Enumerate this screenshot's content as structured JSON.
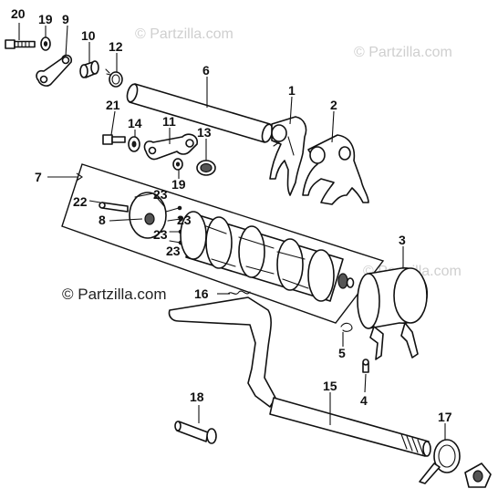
{
  "watermarks": {
    "top_center": "© Partzilla.com",
    "top_right": "© Partzilla.com",
    "main": "© Partzilla.com",
    "bottom_right": "© Partzilla.com"
  },
  "callouts": [
    "1",
    "2",
    "3",
    "4",
    "5",
    "6",
    "7",
    "8",
    "9",
    "10",
    "11",
    "12",
    "13",
    "14",
    "15",
    "16",
    "17",
    "18",
    "19",
    "19",
    "20",
    "21",
    "22",
    "23",
    "23",
    "23",
    "23"
  ]
}
